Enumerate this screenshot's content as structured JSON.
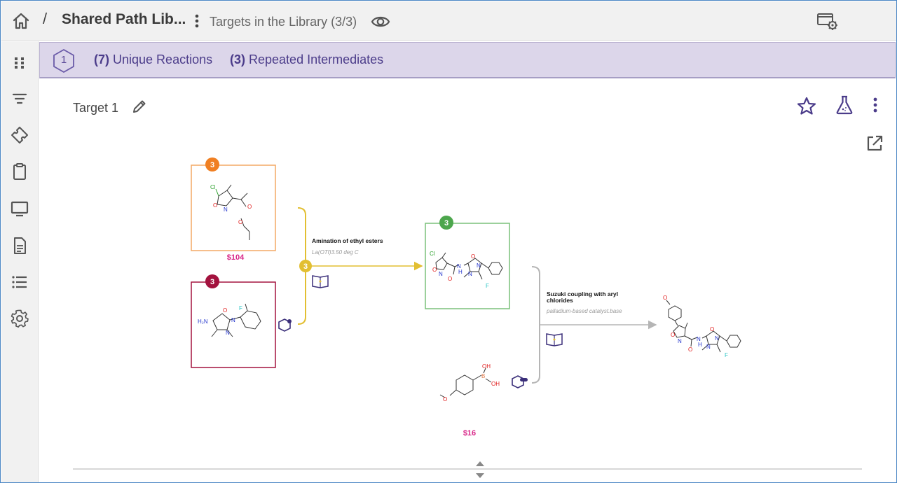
{
  "header": {
    "separator": "/",
    "library_title": "Shared Path Lib...",
    "targets_label": "Targets in the Library (3/3)"
  },
  "banner": {
    "hex_number": "1",
    "unique_count": "(7)",
    "unique_label": "Unique Reactions",
    "repeated_count": "(3)",
    "repeated_label": "Repeated Intermediates"
  },
  "target": {
    "name": "Target 1"
  },
  "diagram": {
    "starting_material_1": {
      "badge": "3",
      "price": "$104",
      "badge_color": "#f07f22",
      "atoms": [
        "Cl",
        "O",
        "N",
        "O",
        "O"
      ]
    },
    "starting_material_2": {
      "badge": "3",
      "badge_color": "#a3123e",
      "atoms": [
        "H₂N",
        "O",
        "F",
        "N",
        "N"
      ]
    },
    "reaction_1": {
      "badge": "3",
      "badge_color": "#e2bf32",
      "name": "Amination of ethyl esters",
      "conditions": "La(OTf)3.50 deg C"
    },
    "intermediate": {
      "badge": "3",
      "badge_color": "#4ca64c",
      "atoms": [
        "Cl",
        "O",
        "N",
        "O",
        "N",
        "H",
        "O",
        "N",
        "N",
        "F"
      ]
    },
    "reaction_2": {
      "name_line1": "Suzuki coupling with aryl",
      "name_line2": "chlorides",
      "conditions": "palladium-based catalyst.base"
    },
    "boronic_acid": {
      "price": "$16",
      "atoms": [
        "OH",
        "B",
        "OH",
        "O"
      ]
    },
    "product": {
      "atoms": [
        "O",
        "O",
        "N",
        "O",
        "N",
        "H",
        "O",
        "N",
        "N",
        "F"
      ]
    }
  },
  "colors": {
    "accent": "#4b3c8a",
    "banner_bg": "#dcd6ea",
    "orange": "#f07f22",
    "crimson": "#a3123e",
    "yellow": "#e2bf32",
    "green": "#4ca64c",
    "gray_arrow": "#b5b5b5",
    "price": "#d9298a"
  },
  "icons": [
    "home-icon",
    "kebab-icon",
    "eye-icon",
    "screen-settings-icon",
    "grid-icon",
    "filter-icon",
    "puzzle-icon",
    "clipboard-icon",
    "monitor-icon",
    "document-icon",
    "list-icon",
    "gear-icon",
    "hexagon-icon",
    "pencil-icon",
    "star-icon",
    "flask-icon",
    "open-in-new-icon",
    "book-icon",
    "resize-handle-icon"
  ]
}
